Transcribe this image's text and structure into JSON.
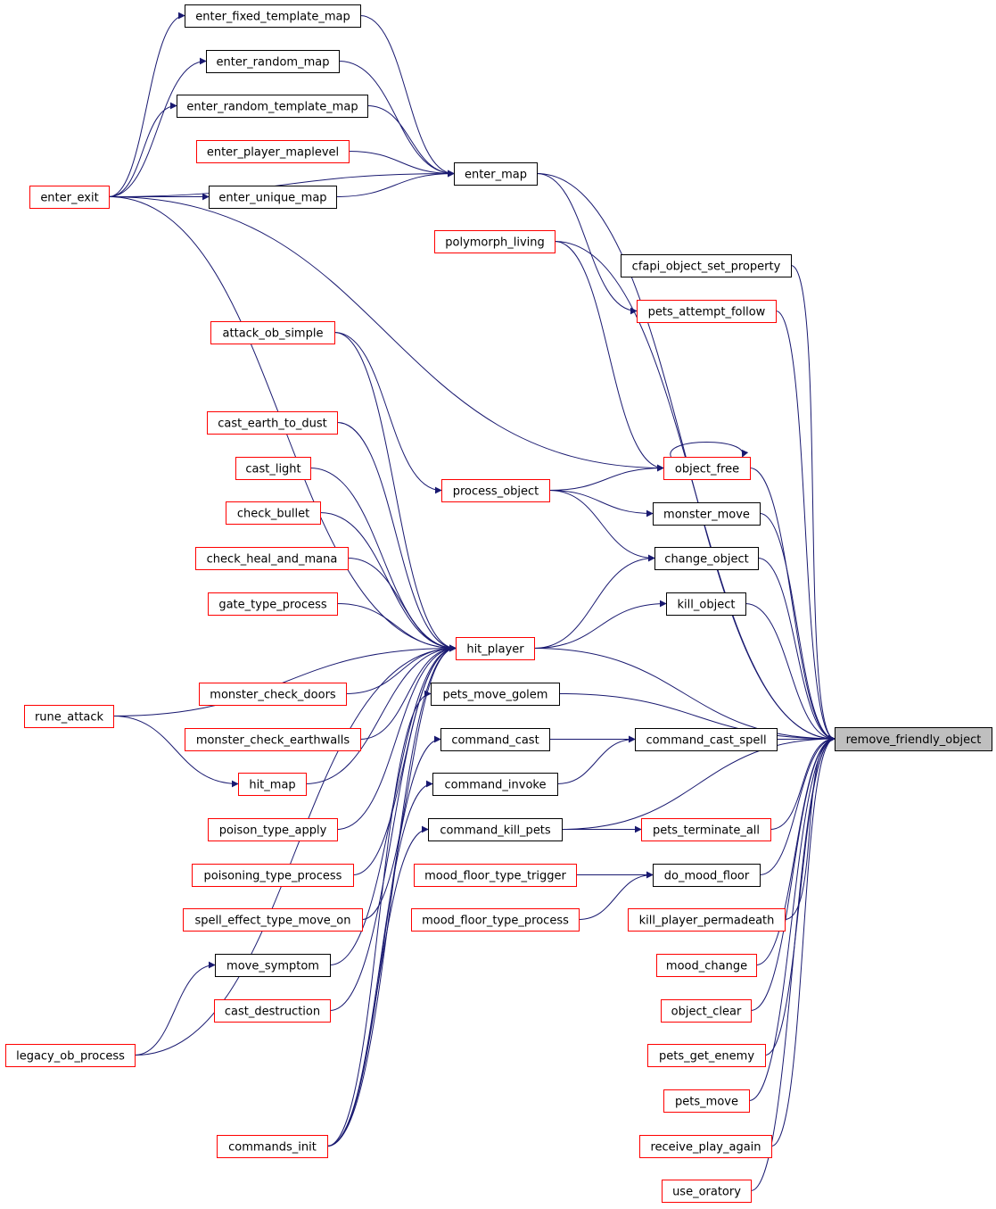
{
  "diagram": {
    "type": "call-graph",
    "colors": {
      "edge": "#191970",
      "border_ok": "#000000",
      "border_incomplete": "#ff0000",
      "root_fill": "#bfbfbf"
    },
    "nodes": [
      {
        "id": "remove_friendly_object",
        "label": "remove_friendly_object",
        "style": "root"
      },
      {
        "id": "enter_fixed_template_map",
        "label": "enter_fixed_template_map",
        "style": "black"
      },
      {
        "id": "enter_random_map",
        "label": "enter_random_map",
        "style": "black"
      },
      {
        "id": "enter_random_template_map",
        "label": "enter_random_template_map",
        "style": "black"
      },
      {
        "id": "enter_player_maplevel",
        "label": "enter_player_maplevel",
        "style": "red"
      },
      {
        "id": "enter_map",
        "label": "enter_map",
        "style": "black"
      },
      {
        "id": "enter_exit",
        "label": "enter_exit",
        "style": "red"
      },
      {
        "id": "enter_unique_map",
        "label": "enter_unique_map",
        "style": "black"
      },
      {
        "id": "polymorph_living",
        "label": "polymorph_living",
        "style": "red"
      },
      {
        "id": "cfapi_object_set_property",
        "label": "cfapi_object_set_property",
        "style": "black"
      },
      {
        "id": "pets_attempt_follow",
        "label": "pets_attempt_follow",
        "style": "red"
      },
      {
        "id": "attack_ob_simple",
        "label": "attack_ob_simple",
        "style": "red"
      },
      {
        "id": "cast_earth_to_dust",
        "label": "cast_earth_to_dust",
        "style": "red"
      },
      {
        "id": "object_free",
        "label": "object_free",
        "style": "red"
      },
      {
        "id": "cast_light",
        "label": "cast_light",
        "style": "red"
      },
      {
        "id": "process_object",
        "label": "process_object",
        "style": "red"
      },
      {
        "id": "monster_move",
        "label": "monster_move",
        "style": "black"
      },
      {
        "id": "check_bullet",
        "label": "check_bullet",
        "style": "red"
      },
      {
        "id": "check_heal_and_mana",
        "label": "check_heal_and_mana",
        "style": "red"
      },
      {
        "id": "change_object",
        "label": "change_object",
        "style": "black"
      },
      {
        "id": "gate_type_process",
        "label": "gate_type_process",
        "style": "red"
      },
      {
        "id": "kill_object",
        "label": "kill_object",
        "style": "black"
      },
      {
        "id": "hit_player",
        "label": "hit_player",
        "style": "red"
      },
      {
        "id": "monster_check_doors",
        "label": "monster_check_doors",
        "style": "red"
      },
      {
        "id": "pets_move_golem",
        "label": "pets_move_golem",
        "style": "black"
      },
      {
        "id": "rune_attack",
        "label": "rune_attack",
        "style": "red"
      },
      {
        "id": "monster_check_earthwalls",
        "label": "monster_check_earthwalls",
        "style": "red"
      },
      {
        "id": "command_cast",
        "label": "command_cast",
        "style": "black"
      },
      {
        "id": "command_cast_spell",
        "label": "command_cast_spell",
        "style": "black"
      },
      {
        "id": "hit_map",
        "label": "hit_map",
        "style": "red"
      },
      {
        "id": "command_invoke",
        "label": "command_invoke",
        "style": "black"
      },
      {
        "id": "poison_type_apply",
        "label": "poison_type_apply",
        "style": "red"
      },
      {
        "id": "command_kill_pets",
        "label": "command_kill_pets",
        "style": "black"
      },
      {
        "id": "pets_terminate_all",
        "label": "pets_terminate_all",
        "style": "red"
      },
      {
        "id": "poisoning_type_process",
        "label": "poisoning_type_process",
        "style": "red"
      },
      {
        "id": "mood_floor_type_trigger",
        "label": "mood_floor_type_trigger",
        "style": "red"
      },
      {
        "id": "do_mood_floor",
        "label": "do_mood_floor",
        "style": "black"
      },
      {
        "id": "spell_effect_type_move_on",
        "label": "spell_effect_type_move_on",
        "style": "red"
      },
      {
        "id": "mood_floor_type_process",
        "label": "mood_floor_type_process",
        "style": "red"
      },
      {
        "id": "kill_player_permadeath",
        "label": "kill_player_permadeath",
        "style": "red"
      },
      {
        "id": "move_symptom",
        "label": "move_symptom",
        "style": "black"
      },
      {
        "id": "mood_change",
        "label": "mood_change",
        "style": "red"
      },
      {
        "id": "cast_destruction",
        "label": "cast_destruction",
        "style": "red"
      },
      {
        "id": "object_clear",
        "label": "object_clear",
        "style": "red"
      },
      {
        "id": "legacy_ob_process",
        "label": "legacy_ob_process",
        "style": "red"
      },
      {
        "id": "pets_get_enemy",
        "label": "pets_get_enemy",
        "style": "red"
      },
      {
        "id": "pets_move",
        "label": "pets_move",
        "style": "red"
      },
      {
        "id": "commands_init",
        "label": "commands_init",
        "style": "red"
      },
      {
        "id": "receive_play_again",
        "label": "receive_play_again",
        "style": "red"
      },
      {
        "id": "use_oratory",
        "label": "use_oratory",
        "style": "red"
      }
    ],
    "edges": [
      [
        "enter_fixed_template_map",
        "enter_map"
      ],
      [
        "enter_random_map",
        "enter_map"
      ],
      [
        "enter_random_template_map",
        "enter_map"
      ],
      [
        "enter_player_maplevel",
        "enter_map"
      ],
      [
        "enter_unique_map",
        "enter_map"
      ],
      [
        "enter_exit",
        "enter_map"
      ],
      [
        "enter_exit",
        "enter_fixed_template_map"
      ],
      [
        "enter_exit",
        "enter_random_map"
      ],
      [
        "enter_exit",
        "enter_random_template_map"
      ],
      [
        "enter_exit",
        "enter_unique_map"
      ],
      [
        "enter_exit",
        "object_free"
      ],
      [
        "enter_exit",
        "hit_player"
      ],
      [
        "enter_map",
        "pets_attempt_follow"
      ],
      [
        "enter_map",
        "remove_friendly_object"
      ],
      [
        "polymorph_living",
        "object_free"
      ],
      [
        "polymorph_living",
        "remove_friendly_object"
      ],
      [
        "cfapi_object_set_property",
        "remove_friendly_object"
      ],
      [
        "pets_attempt_follow",
        "remove_friendly_object"
      ],
      [
        "object_free",
        "object_free"
      ],
      [
        "object_free",
        "remove_friendly_object"
      ],
      [
        "attack_ob_simple",
        "process_object"
      ],
      [
        "attack_ob_simple",
        "hit_player"
      ],
      [
        "process_object",
        "object_free"
      ],
      [
        "process_object",
        "monster_move"
      ],
      [
        "process_object",
        "change_object"
      ],
      [
        "monster_move",
        "remove_friendly_object"
      ],
      [
        "change_object",
        "remove_friendly_object"
      ],
      [
        "kill_object",
        "remove_friendly_object"
      ],
      [
        "hit_player",
        "change_object"
      ],
      [
        "hit_player",
        "kill_object"
      ],
      [
        "hit_player",
        "remove_friendly_object"
      ],
      [
        "cast_earth_to_dust",
        "hit_player"
      ],
      [
        "cast_light",
        "hit_player"
      ],
      [
        "check_bullet",
        "hit_player"
      ],
      [
        "check_heal_and_mana",
        "hit_player"
      ],
      [
        "gate_type_process",
        "hit_player"
      ],
      [
        "monster_check_doors",
        "hit_player"
      ],
      [
        "monster_check_earthwalls",
        "hit_player"
      ],
      [
        "rune_attack",
        "hit_player"
      ],
      [
        "rune_attack",
        "hit_map"
      ],
      [
        "hit_map",
        "hit_player"
      ],
      [
        "poison_type_apply",
        "hit_player"
      ],
      [
        "poisoning_type_process",
        "hit_player"
      ],
      [
        "spell_effect_type_move_on",
        "hit_player"
      ],
      [
        "move_symptom",
        "hit_player"
      ],
      [
        "cast_destruction",
        "hit_player"
      ],
      [
        "legacy_ob_process",
        "hit_player"
      ],
      [
        "legacy_ob_process",
        "move_symptom"
      ],
      [
        "commands_init",
        "hit_player"
      ],
      [
        "commands_init",
        "pets_move_golem"
      ],
      [
        "commands_init",
        "command_cast"
      ],
      [
        "commands_init",
        "command_invoke"
      ],
      [
        "commands_init",
        "command_kill_pets"
      ],
      [
        "pets_move_golem",
        "remove_friendly_object"
      ],
      [
        "command_cast",
        "command_cast_spell"
      ],
      [
        "command_invoke",
        "command_cast_spell"
      ],
      [
        "command_cast_spell",
        "remove_friendly_object"
      ],
      [
        "command_kill_pets",
        "pets_terminate_all"
      ],
      [
        "command_kill_pets",
        "remove_friendly_object"
      ],
      [
        "pets_terminate_all",
        "remove_friendly_object"
      ],
      [
        "mood_floor_type_trigger",
        "do_mood_floor"
      ],
      [
        "mood_floor_type_process",
        "do_mood_floor"
      ],
      [
        "do_mood_floor",
        "remove_friendly_object"
      ],
      [
        "kill_player_permadeath",
        "remove_friendly_object"
      ],
      [
        "mood_change",
        "remove_friendly_object"
      ],
      [
        "object_clear",
        "remove_friendly_object"
      ],
      [
        "pets_get_enemy",
        "remove_friendly_object"
      ],
      [
        "pets_move",
        "remove_friendly_object"
      ],
      [
        "receive_play_again",
        "remove_friendly_object"
      ],
      [
        "use_oratory",
        "remove_friendly_object"
      ]
    ]
  }
}
